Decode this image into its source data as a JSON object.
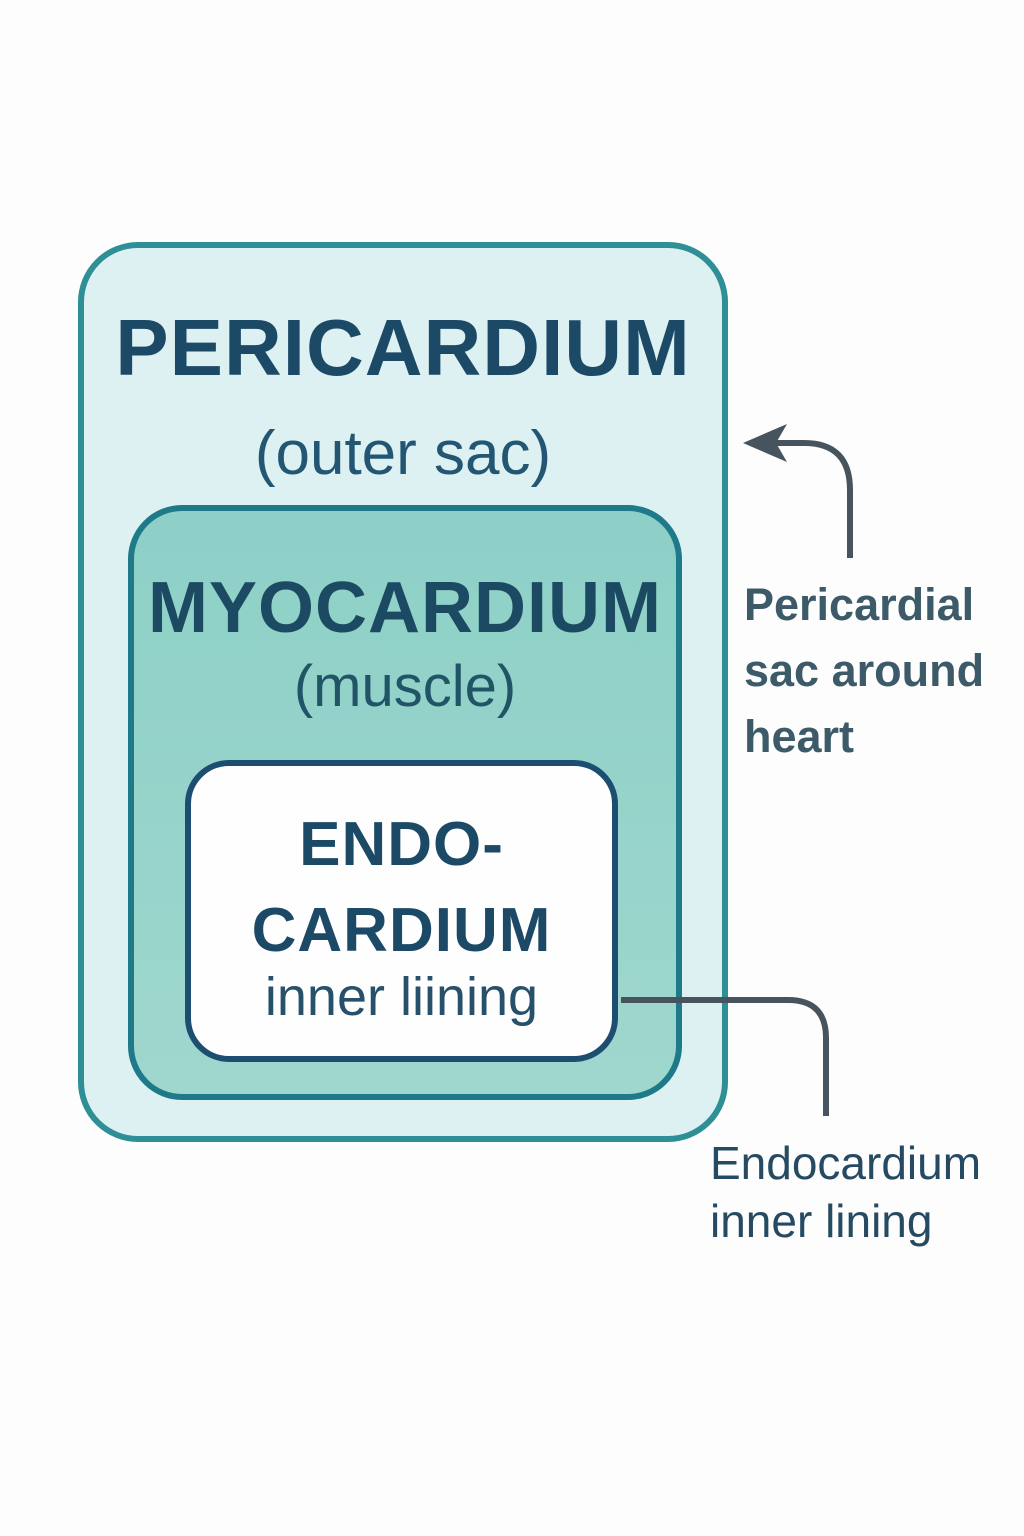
{
  "canvas": {
    "background_color": "#fdfdfd"
  },
  "diagram": {
    "pericardium": {
      "title": "PERICARDIUM",
      "subtitle": "(outer sac)",
      "fill_color": "#ddf1f3",
      "border_color": "#2f8f96"
    },
    "myocardium": {
      "title": "MYOCARDIUM",
      "subtitle": "(muscle)",
      "fill_color": "#8dd0c7",
      "border_color": "#1e7a88"
    },
    "endocardium": {
      "title_line1": "ENDO-",
      "title_line2": "CARDIUM",
      "subtitle": "inner liining",
      "fill_color": "#fefeff",
      "border_color": "#1d4e71"
    }
  },
  "annotations": {
    "pericardial_note": {
      "lines": [
        "Pericardial",
        "sac around",
        "heart"
      ],
      "text_color": "#3c5a68"
    },
    "endocardium_note": {
      "lines": [
        "Endocardium",
        "inner lining"
      ],
      "text_color": "#274a63"
    },
    "line_color": "#47545e"
  }
}
